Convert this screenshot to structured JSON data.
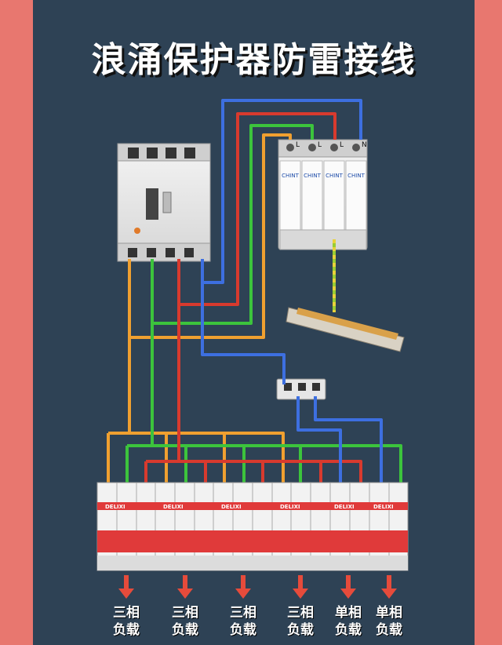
{
  "title": "浪涌保护器防雷接线",
  "spd": {
    "brand": "CHINT",
    "terminal_labels": [
      "L",
      "L",
      "L",
      "N"
    ]
  },
  "breakers": {
    "brand": "DELIXI"
  },
  "loads": [
    {
      "line1": "三相",
      "line2": "负载"
    },
    {
      "line1": "三相",
      "line2": "负载"
    },
    {
      "line1": "三相",
      "line2": "负载"
    },
    {
      "line1": "三相",
      "line2": "负载"
    },
    {
      "line1": "单相",
      "line2": "负载"
    },
    {
      "line1": "单相",
      "line2": "负载"
    }
  ],
  "colors": {
    "orange": "#f0a030",
    "green": "#3cc43c",
    "red": "#d83a2e",
    "blue": "#3d6fe0",
    "earth": "#9acd32"
  }
}
